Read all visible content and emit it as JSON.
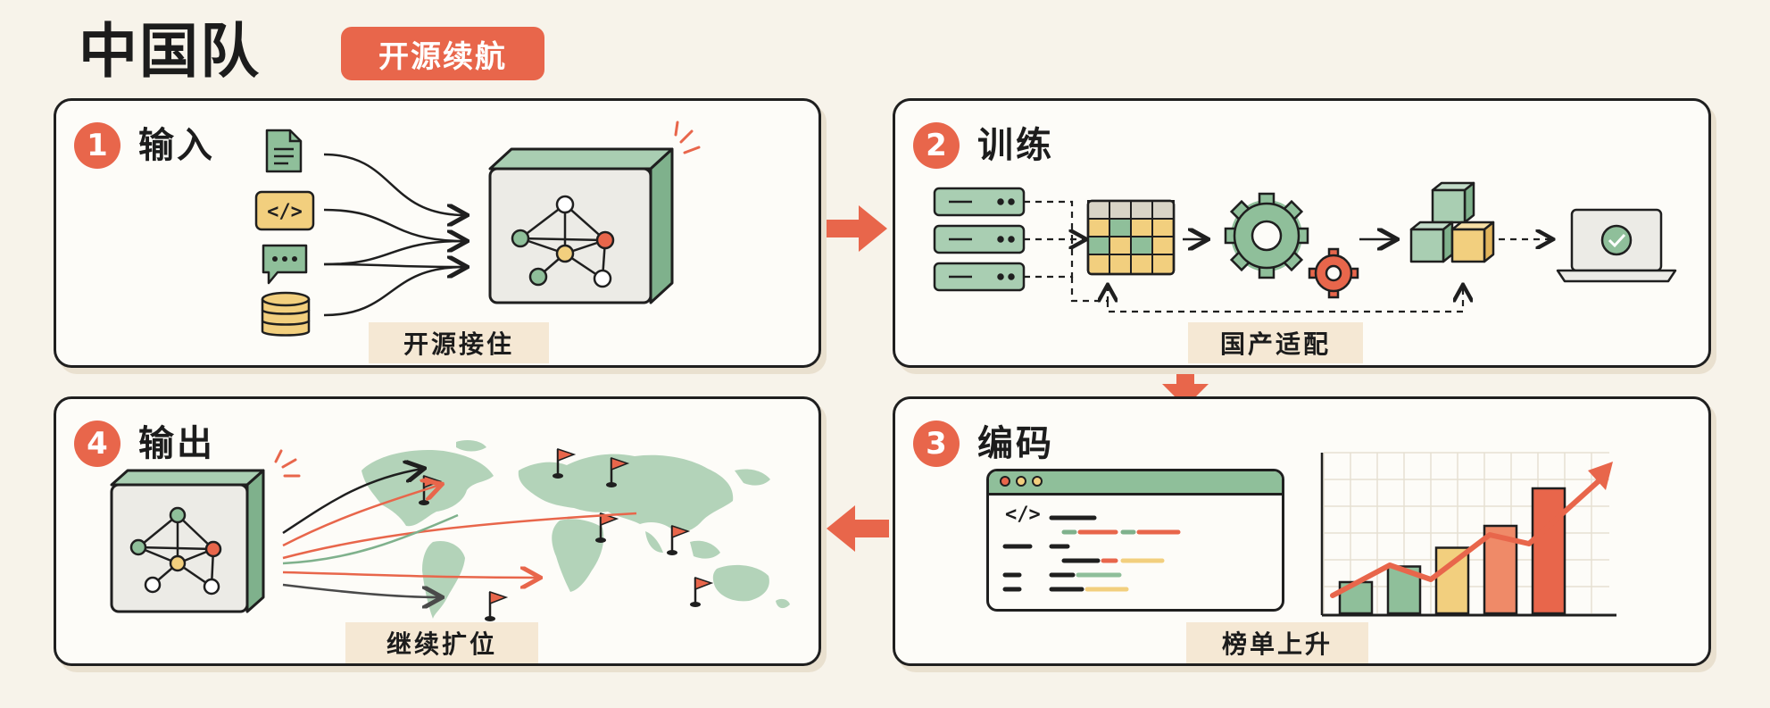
{
  "header": {
    "title": "中国队",
    "tag": "开源续航"
  },
  "panels": {
    "input": {
      "number": "1",
      "title": "输入",
      "caption": "开源接住"
    },
    "train": {
      "number": "2",
      "title": "训练",
      "caption": "国产适配"
    },
    "code": {
      "number": "3",
      "title": "编码",
      "caption": "榜单上升"
    },
    "output": {
      "number": "4",
      "title": "输出",
      "caption": "继续扩位"
    }
  },
  "code_window": {
    "prompt": "</>"
  },
  "input_icons": {
    "code": "</>",
    "chat": "···"
  },
  "bar_chart": {
    "values": [
      1,
      1.5,
      2.1,
      2.8,
      4
    ],
    "trend": "up"
  },
  "colors": {
    "accent": "#e8664b",
    "green": "#8fbf9a",
    "yellow": "#f2cf7e",
    "cream": "#f5e8d4",
    "ink": "#1f1f1f"
  }
}
